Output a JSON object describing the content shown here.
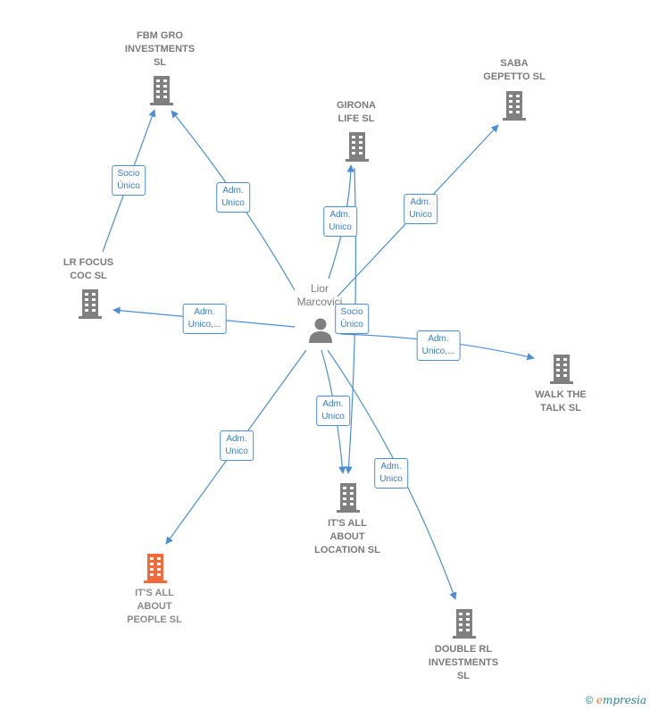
{
  "person": {
    "name": "Lior\nMarcovici"
  },
  "companies": {
    "fbm": "FBM GRO\nINVESTMENTS\nSL",
    "saba": "SABA\nGEPETTO  SL",
    "girona": "GIRONA\nLIFE  SL",
    "lrfocus": "LR FOCUS\nCOC  SL",
    "walk": "WALK THE\nTALK  SL",
    "location": "IT'S ALL\nABOUT\nLOCATION  SL",
    "people": "IT'S ALL\nABOUT\nPEOPLE  SL",
    "double": "DOUBLE RL\nINVESTMENTS\nSL"
  },
  "edges": {
    "socio_lr_fbm": "Socio\nÚnico",
    "adm_fbm": "Adm.\nUnico",
    "adm_girona": "Adm.\nUnico",
    "adm_saba": "Adm.\nUnico",
    "adm_lrfocus": "Adm.\nUnico,...",
    "socio_location": "Socio\nÚnico",
    "adm_walk": "Adm.\nUnico,...",
    "adm_location": "Adm.\nUnico",
    "adm_people": "Adm.\nUnico",
    "adm_double": "Adm.\nUnico"
  },
  "footer": {
    "copyright": "©",
    "brand_e": "e",
    "brand_rest": "mpresia"
  },
  "colors": {
    "edge": "#4a8fd6",
    "building": "#808080",
    "highlight": "#f26a3a"
  }
}
